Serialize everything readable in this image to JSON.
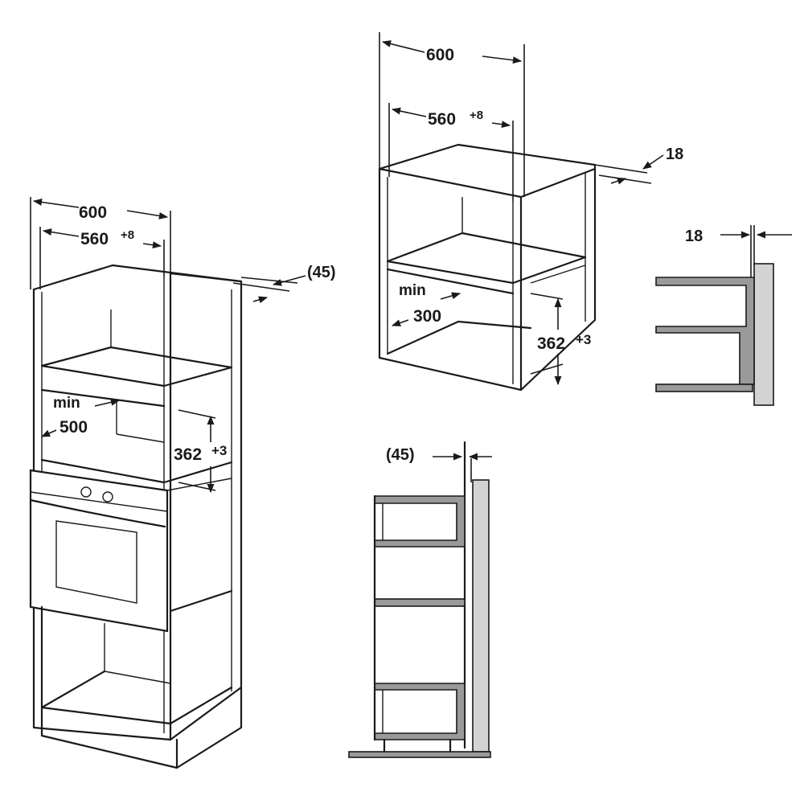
{
  "tall_unit": {
    "outer_width": "600",
    "inner_width": "560",
    "inner_width_tol": "+8",
    "back_gap": "(45)",
    "min_label": "min",
    "min_depth": "500",
    "niche_height": "362",
    "niche_height_tol": "+3"
  },
  "wall_unit": {
    "outer_width": "600",
    "inner_width": "560",
    "inner_width_tol": "+8",
    "panel_thickness": "18",
    "min_label": "min",
    "min_depth": "300",
    "niche_height": "362",
    "niche_height_tol": "+3"
  },
  "side_detail_wall": {
    "panel_thickness": "18"
  },
  "side_detail_tall": {
    "back_gap": "(45)"
  }
}
